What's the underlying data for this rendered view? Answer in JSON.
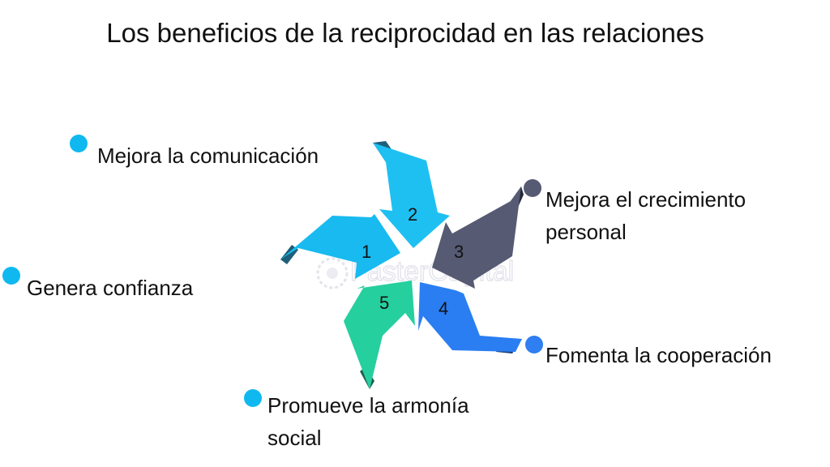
{
  "title": "Los beneficios de la reciprocidad en las relaciones",
  "watermark": "FasterCapital",
  "colors": {
    "arrow1": "#18baf0",
    "arrow2": "#1ec0f2",
    "arrow3": "#565a72",
    "arrow4": "#2a7ef2",
    "arrow5": "#25cf9e"
  },
  "items": [
    {
      "number": "1",
      "label_lines": [
        "Genera confianza"
      ],
      "dot_color": "#0fb9f0"
    },
    {
      "number": "2",
      "label_lines": [
        "Mejora la comunicación"
      ],
      "dot_color": "#0fb9f0"
    },
    {
      "number": "3",
      "label_lines": [
        "Mejora el crecimiento",
        "personal"
      ],
      "dot_color": "#565a72"
    },
    {
      "number": "4",
      "label_lines": [
        "Fomenta la cooperación"
      ],
      "dot_color": "#2f7ef2"
    },
    {
      "number": "5",
      "label_lines": [
        "Promueve la armonía",
        "social"
      ],
      "dot_color": "#0fb9f0"
    }
  ]
}
